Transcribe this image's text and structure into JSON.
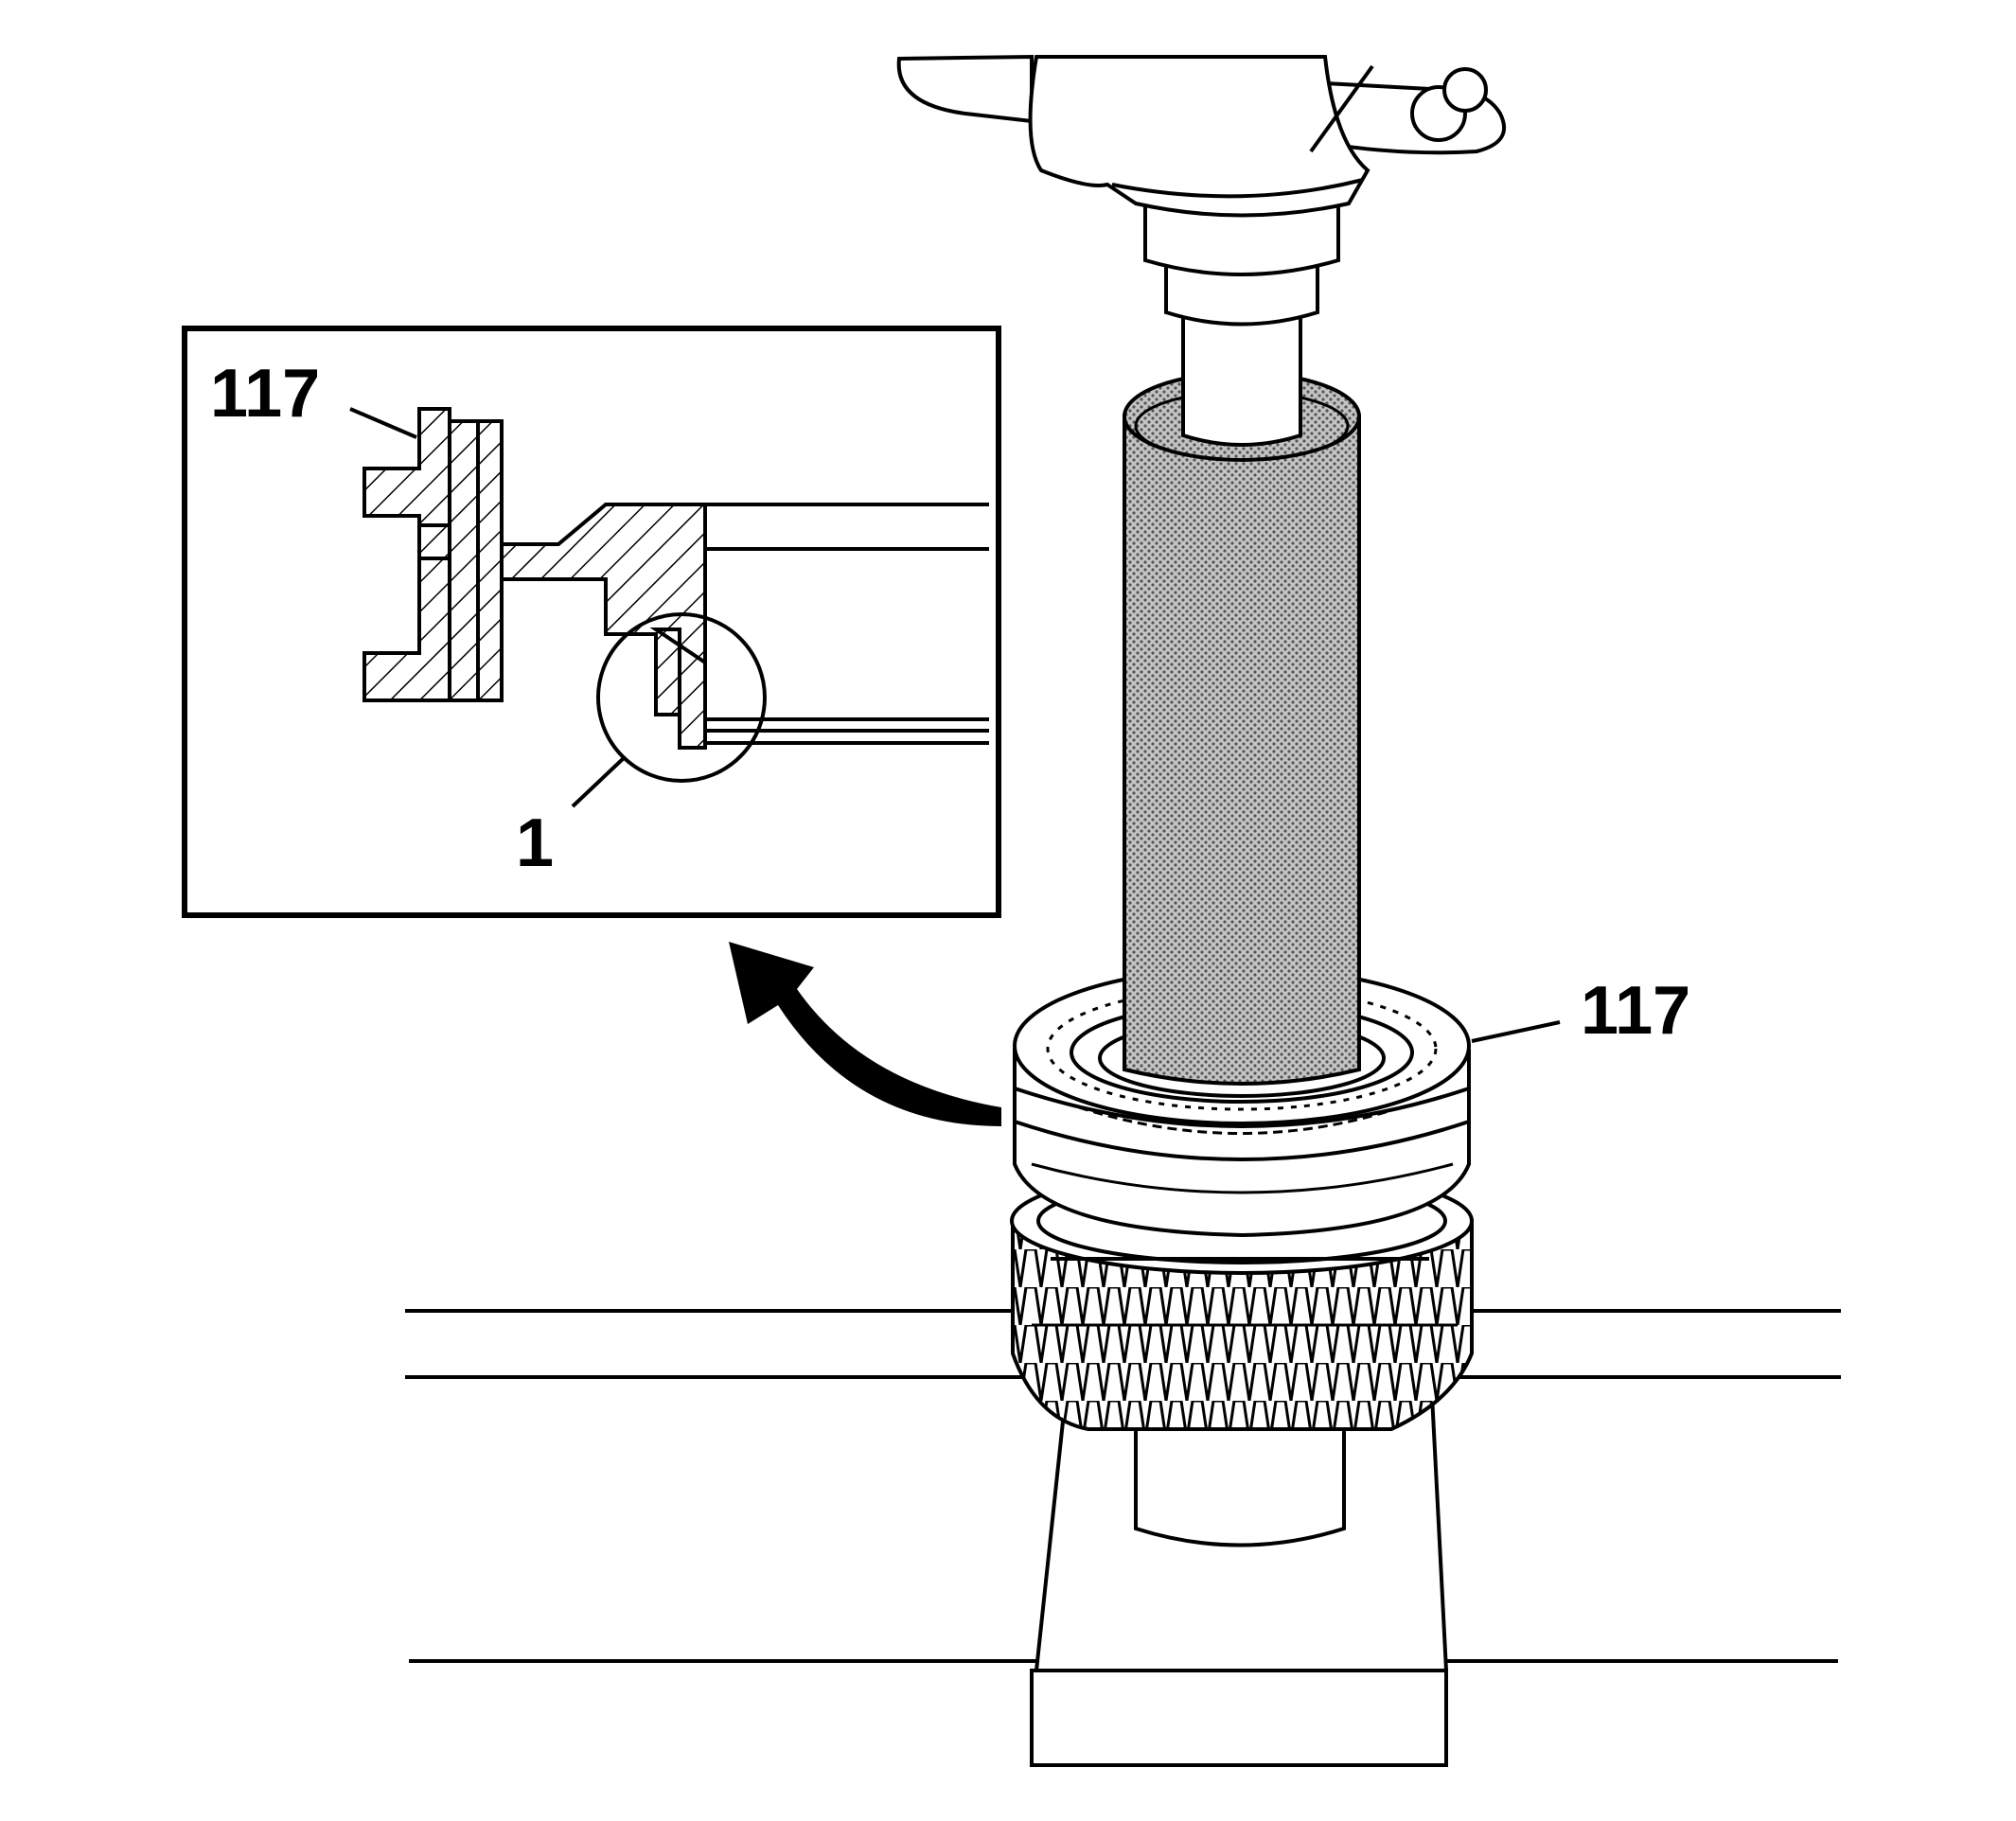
{
  "callouts": {
    "main_part": "117",
    "inset_part": "117",
    "inset_detail": "1"
  },
  "colors": {
    "ink": "#000000",
    "paper": "#ffffff",
    "knurl": "#bdbdbd"
  }
}
